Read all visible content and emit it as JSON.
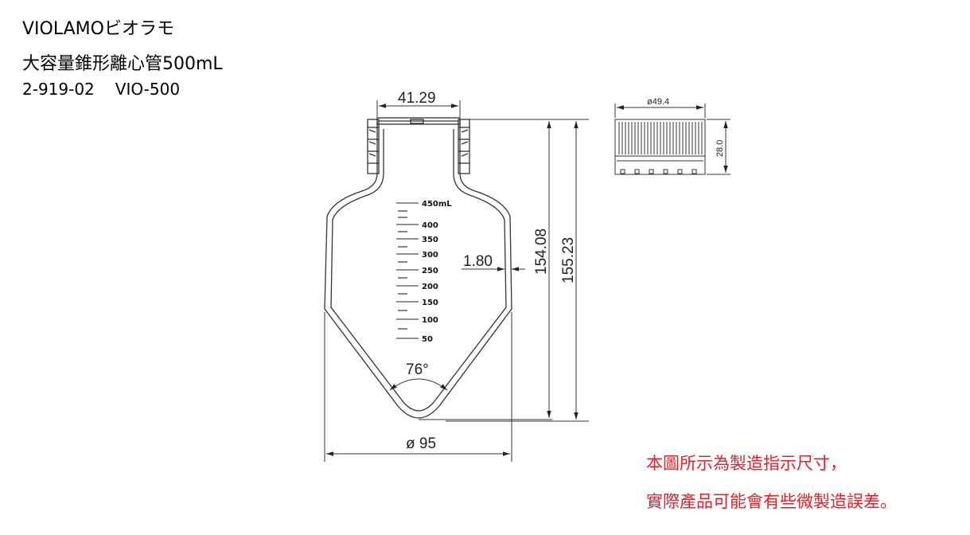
{
  "header": {
    "brand": "VIOLAMOビオラモ",
    "product": "大容量錐形離心管500mL",
    "catalog_no": "2-919-02",
    "model": "VIO-500"
  },
  "drawing": {
    "dimensions": {
      "neck_width": "41.29",
      "wall_thickness": "1.80",
      "height_inner": "154.08",
      "height_total": "155.23",
      "cone_angle": "76°",
      "body_diameter": "ø 95",
      "cap_diameter": "ø49.4",
      "cap_height": "28.0"
    },
    "graduations": [
      {
        "label": "450mL",
        "major": true
      },
      {
        "label": "400",
        "major": true
      },
      {
        "label": "350",
        "major": true
      },
      {
        "label": "300",
        "major": true
      },
      {
        "label": "250",
        "major": true
      },
      {
        "label": "200",
        "major": true
      },
      {
        "label": "150",
        "major": true
      },
      {
        "label": "100",
        "major": true
      },
      {
        "label": "50",
        "major": true
      }
    ]
  },
  "notes": {
    "line1": "本圖所示為製造指示尺寸，",
    "line2": "實際產品可能會有些微製造誤差。"
  }
}
